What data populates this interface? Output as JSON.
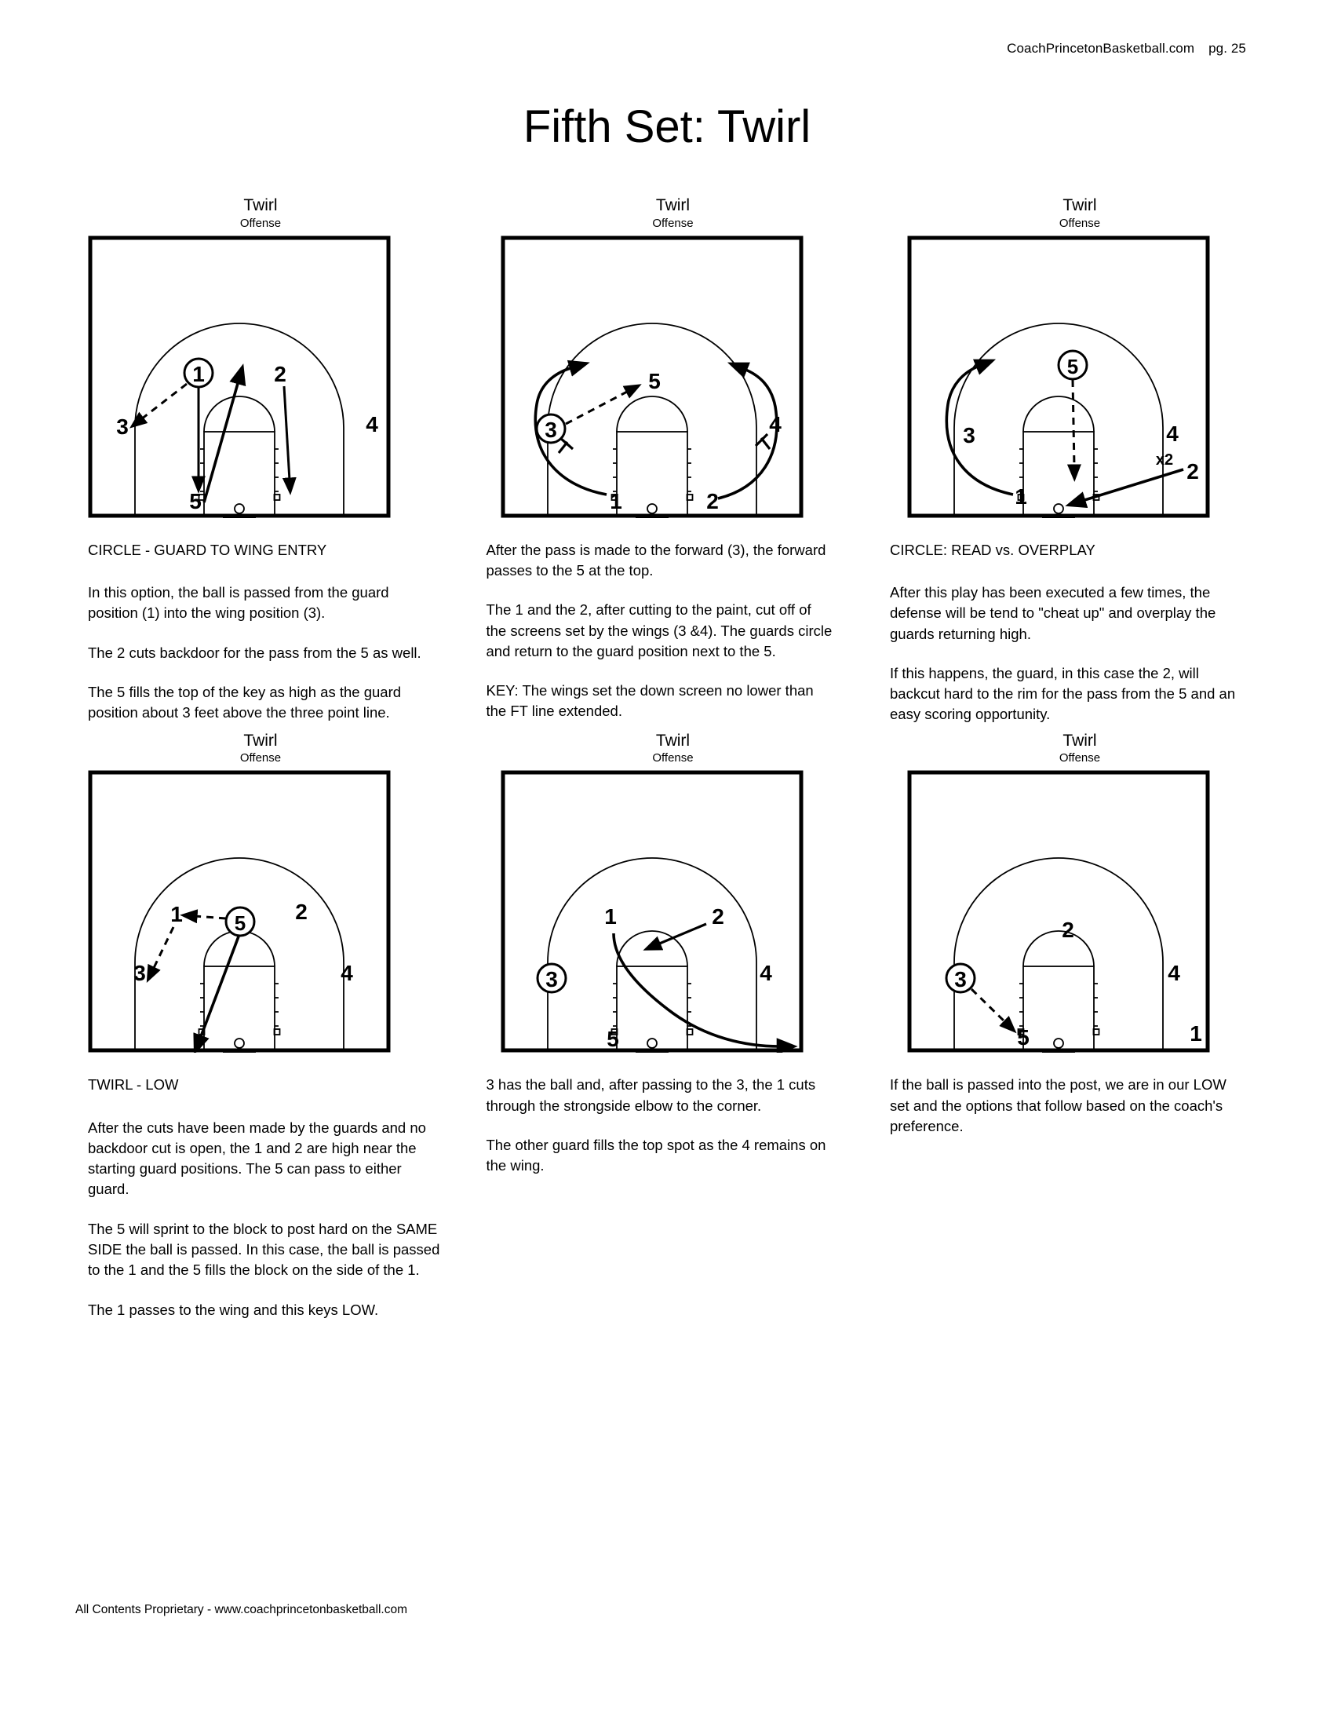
{
  "header": {
    "site": "CoachPrincetonBasketball.com",
    "page_label": "pg. 25"
  },
  "title": "Fifth Set: Twirl",
  "footer": "All Contents Proprietary - www.coachprincetonbasketball.com",
  "diagrams": [
    {
      "title": "Twirl",
      "subtitle": "Offense",
      "players": [
        "1",
        "2",
        "3",
        "4",
        "5"
      ],
      "ball_handler": "1",
      "annotations": []
    },
    {
      "title": "Twirl",
      "subtitle": "Offense",
      "players": [
        "1",
        "2",
        "3",
        "4",
        "5"
      ],
      "ball_handler": "3",
      "annotations": []
    },
    {
      "title": "Twirl",
      "subtitle": "Offense",
      "players": [
        "1",
        "2",
        "3",
        "4",
        "5"
      ],
      "ball_handler": "5",
      "annotations": [
        "x2"
      ]
    },
    {
      "title": "Twirl",
      "subtitle": "Offense",
      "players": [
        "1",
        "2",
        "3",
        "4",
        "5"
      ],
      "ball_handler": "5",
      "annotations": []
    },
    {
      "title": "Twirl",
      "subtitle": "Offense",
      "players": [
        "1",
        "2",
        "3",
        "4",
        "5"
      ],
      "ball_handler": "3",
      "annotations": []
    },
    {
      "title": "Twirl",
      "subtitle": "Offense",
      "players": [
        "1",
        "2",
        "3",
        "4",
        "5"
      ],
      "ball_handler": "3",
      "annotations": []
    }
  ],
  "copy": [
    {
      "heading": "CIRCLE - GUARD TO WING ENTRY",
      "paragraphs": [
        "In this option, the ball is passed from the guard position (1) into the wing position (3).",
        "The 2 cuts backdoor for the pass from the 5 as well.",
        "The 5 fills the top of the key as high as the guard position about 3 feet above the three point line."
      ]
    },
    {
      "heading": "",
      "paragraphs": [
        "After the pass is made to the forward (3), the forward passes to the 5 at the top.",
        "The 1 and the 2, after cutting to the paint, cut off of the screens set by the wings (3 &4). The guards circle and return to the guard position next to the 5.",
        "KEY: The wings set the down screen no lower than the FT line extended."
      ]
    },
    {
      "heading": "CIRCLE: READ vs. OVERPLAY",
      "paragraphs": [
        "After this play has been executed a few times, the defense will be tend to \"cheat up\" and overplay the guards returning high.",
        "If this happens, the guard, in this case the 2, will backcut hard to the rim for the pass from the 5 and an easy scoring opportunity."
      ]
    },
    {
      "heading": "TWIRL - LOW",
      "paragraphs": [
        "After the cuts have been made by the guards and no backdoor cut is open, the 1 and 2 are high near the starting guard positions. The 5 can pass to either guard.",
        "The 5 will sprint to the block to post hard on the SAME SIDE the ball is passed. In this case, the ball is passed to the 1 and the 5 fills the block on the side of the 1.",
        "The 1 passes to the wing and this keys LOW."
      ]
    },
    {
      "heading": "",
      "paragraphs": [
        "3 has the ball and, after passing to the 3, the 1 cuts through the strongside elbow to the corner.",
        "The other guard fills the top spot as the 4 remains on the wing."
      ]
    },
    {
      "heading": "",
      "paragraphs": [
        "If the ball is passed into the post, we are in our LOW set and the options that follow based on the coach's preference."
      ]
    }
  ]
}
